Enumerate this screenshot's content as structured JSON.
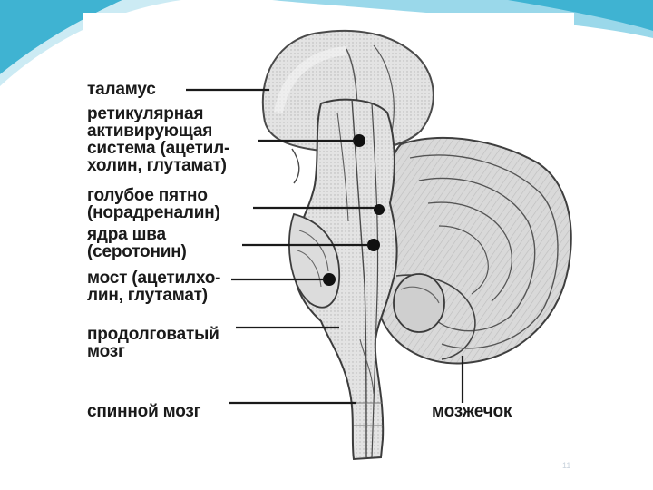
{
  "labels": {
    "thalamus": "таламус",
    "reticular": [
      "ретикулярная",
      "активирующая",
      "система (ацетил-",
      "холин, глутамат)"
    ],
    "locus": [
      "голубое пятно",
      "(норадреналин)"
    ],
    "raphe": [
      "ядра шва",
      "(серотонин)"
    ],
    "pons": [
      "мост (ацетилхо-",
      "лин, глутамат)"
    ],
    "medulla": [
      "продолговатый",
      "мозг"
    ],
    "spinal": "спинной мозг",
    "cerebellum": "мозжечок"
  },
  "slide_number": "11",
  "colors": {
    "wave_teal": "#3fb3d2",
    "wave_light": "#9ad8ea",
    "ink": "#1a1a1a"
  }
}
